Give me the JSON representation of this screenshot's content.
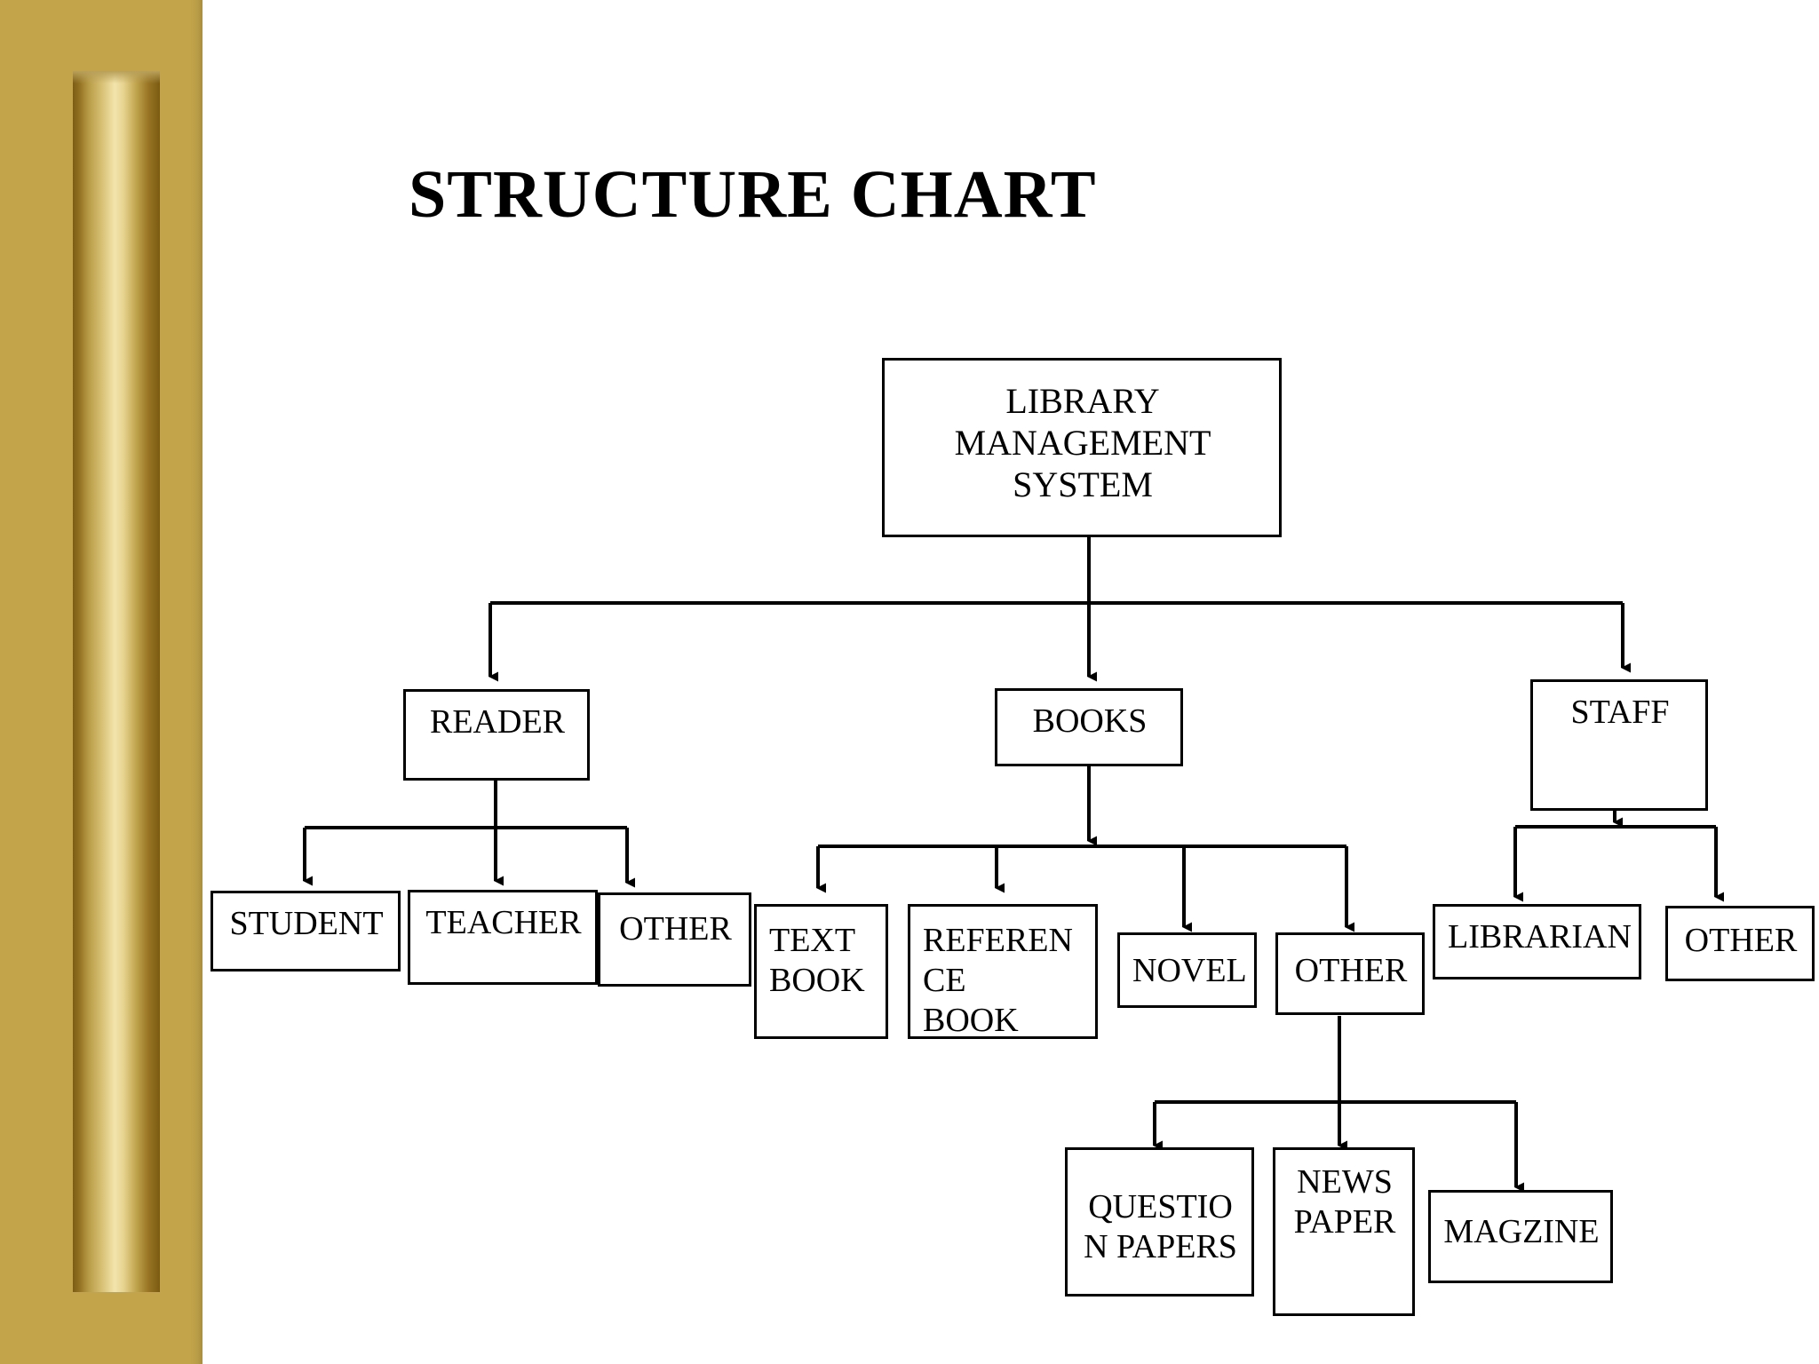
{
  "slide": {
    "title": "STRUCTURE CHART",
    "background_color": "#ffffff",
    "accent_color": "#c3a44b"
  },
  "chart_data": {
    "type": "diagram",
    "diagram_kind": "structure-chart",
    "title": "STRUCTURE CHART",
    "nodes": [
      {
        "id": "lms",
        "label": "LIBRARY MANAGEMENT SYSTEM",
        "level": 0,
        "parent": null
      },
      {
        "id": "reader",
        "label": "READER",
        "level": 1,
        "parent": "lms"
      },
      {
        "id": "books",
        "label": "BOOKS",
        "level": 1,
        "parent": "lms"
      },
      {
        "id": "staff",
        "label": "STAFF",
        "level": 1,
        "parent": "lms"
      },
      {
        "id": "student",
        "label": "STUDENT",
        "level": 2,
        "parent": "reader"
      },
      {
        "id": "teacher",
        "label": "TEACHER",
        "level": 2,
        "parent": "reader"
      },
      {
        "id": "reader_other",
        "label": "OTHER",
        "level": 2,
        "parent": "reader"
      },
      {
        "id": "textbook",
        "label": "TEXT\nBOOK",
        "level": 2,
        "parent": "books"
      },
      {
        "id": "refbook",
        "label": "REFEREN\nCE\nBOOK",
        "level": 2,
        "parent": "books"
      },
      {
        "id": "novel",
        "label": "NOVEL",
        "level": 2,
        "parent": "books"
      },
      {
        "id": "books_other",
        "label": "OTHER",
        "level": 2,
        "parent": "books"
      },
      {
        "id": "librarian",
        "label": "LIBRARIAN",
        "level": 2,
        "parent": "staff"
      },
      {
        "id": "staff_other",
        "label": "OTHER",
        "level": 2,
        "parent": "staff"
      },
      {
        "id": "question",
        "label": "QUESTIO\nN PAPERS",
        "level": 3,
        "parent": "books_other"
      },
      {
        "id": "newspaper",
        "label": "NEWS\nPAPER",
        "level": 3,
        "parent": "books_other"
      },
      {
        "id": "magzine",
        "label": "MAGZINE",
        "level": 3,
        "parent": "books_other"
      }
    ],
    "edges": [
      {
        "from": "lms",
        "to": "reader"
      },
      {
        "from": "lms",
        "to": "books"
      },
      {
        "from": "lms",
        "to": "staff"
      },
      {
        "from": "reader",
        "to": "student"
      },
      {
        "from": "reader",
        "to": "teacher"
      },
      {
        "from": "reader",
        "to": "reader_other"
      },
      {
        "from": "books",
        "to": "textbook"
      },
      {
        "from": "books",
        "to": "refbook"
      },
      {
        "from": "books",
        "to": "novel"
      },
      {
        "from": "books",
        "to": "books_other"
      },
      {
        "from": "staff",
        "to": "librarian"
      },
      {
        "from": "staff",
        "to": "staff_other"
      },
      {
        "from": "books_other",
        "to": "question"
      },
      {
        "from": "books_other",
        "to": "newspaper"
      },
      {
        "from": "books_other",
        "to": "magzine"
      }
    ]
  },
  "boxes": {
    "lms": {
      "label": "LIBRARY MANAGEMENT SYSTEM"
    },
    "reader": {
      "label": "READER"
    },
    "books": {
      "label": "BOOKS"
    },
    "staff": {
      "label": "STAFF"
    },
    "student": {
      "label": "STUDENT"
    },
    "teacher": {
      "label": "TEACHER"
    },
    "reader_other": {
      "label": "OTHER"
    },
    "textbook": {
      "label": "TEXT\nBOOK"
    },
    "refbook": {
      "label": "REFEREN\nCE\nBOOK"
    },
    "novel": {
      "label": "NOVEL"
    },
    "books_other": {
      "label": "OTHER"
    },
    "librarian": {
      "label": "LIBRARIAN"
    },
    "staff_other": {
      "label": "OTHER"
    },
    "question": {
      "label": "QUESTIO\nN PAPERS"
    },
    "newspaper": {
      "label": "NEWS\nPAPER"
    },
    "magzine": {
      "label": "MAGZINE"
    }
  }
}
